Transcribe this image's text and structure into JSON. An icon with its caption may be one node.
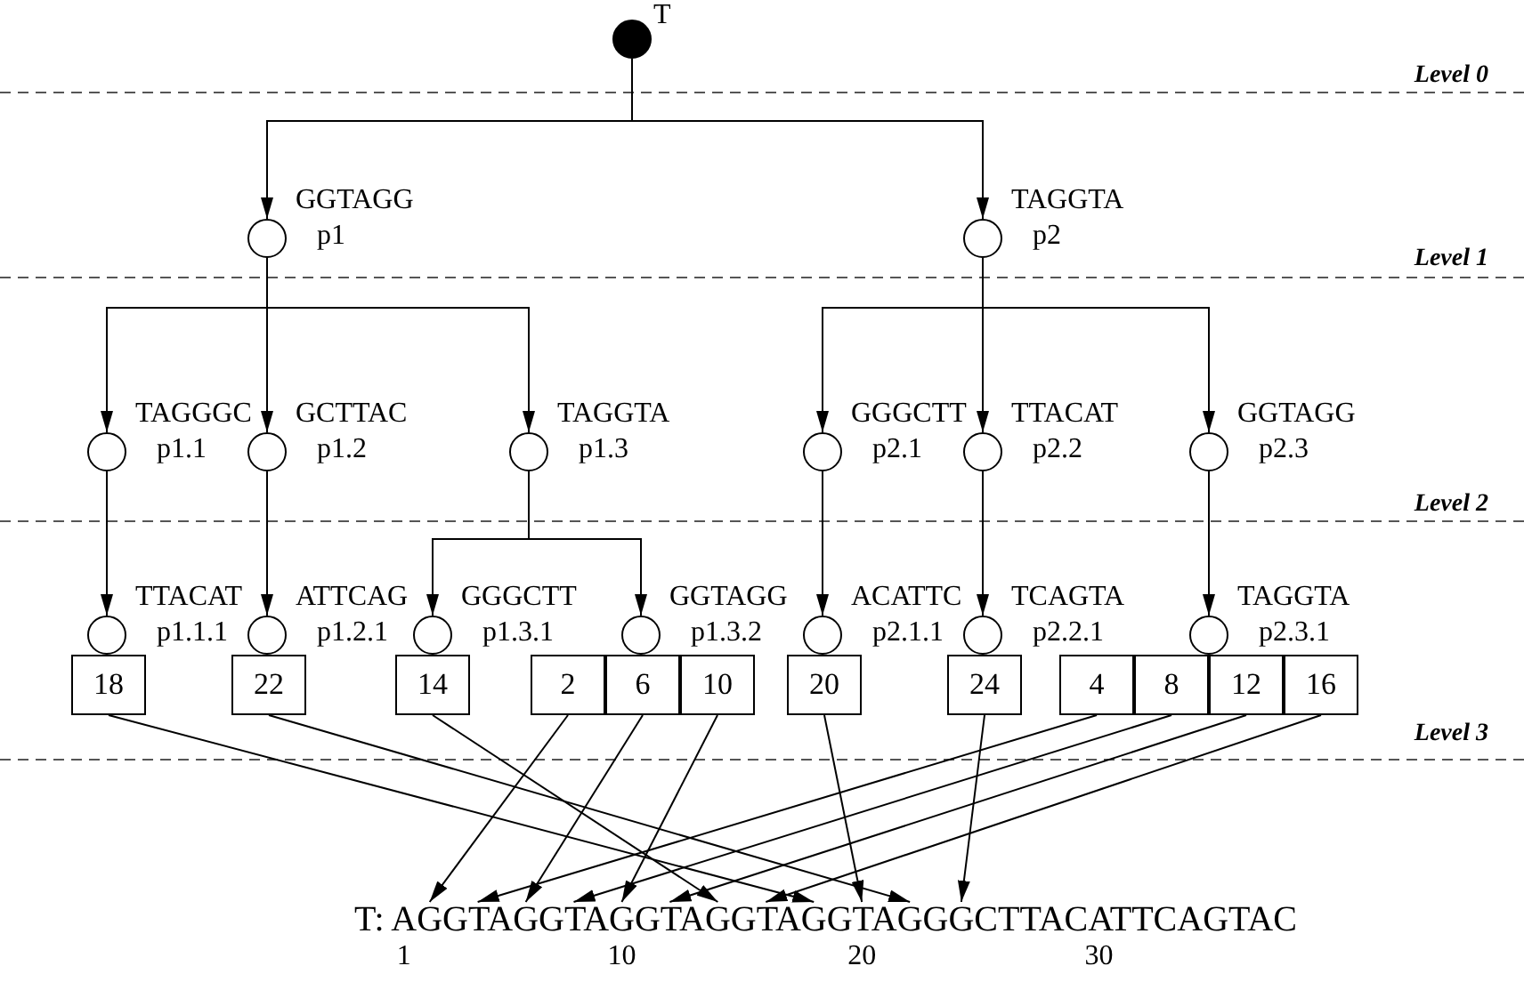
{
  "diagram": {
    "nodes": [
      {
        "text": [],
        "shape": "circle",
        "beside": [
          "T"
        ]
      },
      {
        "text": [],
        "shape": "circle",
        "beside": [
          "GGTAGG",
          "p1"
        ]
      },
      {
        "text": [],
        "shape": "circle",
        "beside": [
          "TAGGTA",
          "p2"
        ]
      },
      {
        "text": [],
        "shape": "circle",
        "beside": [
          "TAGGGC",
          "p1.1"
        ]
      },
      {
        "text": [],
        "shape": "circle",
        "beside": [
          "GCTTAC",
          "p1.2"
        ]
      },
      {
        "text": [],
        "shape": "circle",
        "beside": [
          "TAGGTA",
          "p1.3"
        ]
      },
      {
        "text": [],
        "shape": "circle",
        "beside": [
          "GGGCTT",
          "p2.1"
        ]
      },
      {
        "text": [],
        "shape": "circle",
        "beside": [
          "TTACAT",
          "p2.2"
        ]
      },
      {
        "text": [],
        "shape": "circle",
        "beside": [
          "GGTAGG",
          "p2.3"
        ]
      },
      {
        "text": [],
        "shape": "circle",
        "beside": [
          "TTACAT",
          "p1.1.1"
        ]
      },
      {
        "text": [],
        "shape": "circle",
        "beside": [
          "ATTCAG",
          "p1.2.1"
        ]
      },
      {
        "text": [],
        "shape": "circle",
        "beside": [
          "GGGCTT",
          "p1.3.1"
        ]
      },
      {
        "text": [],
        "shape": "circle",
        "beside": [
          "GGTAGG",
          "p1.3.2"
        ]
      },
      {
        "text": [],
        "shape": "circle",
        "beside": [
          "ACATTC",
          "p2.1.1"
        ]
      },
      {
        "text": [],
        "shape": "circle",
        "beside": [
          "TCAGTA",
          "p2.2.1"
        ]
      },
      {
        "text": [],
        "shape": "circle",
        "beside": [
          "TAGGTA",
          "p2.3.1"
        ]
      },
      {
        "text": [
          "18"
        ]
      },
      {
        "text": [
          "22"
        ]
      },
      {
        "text": [
          "14"
        ]
      },
      {
        "text": [
          "2"
        ]
      },
      {
        "text": [
          "6"
        ]
      },
      {
        "text": [
          "10"
        ]
      },
      {
        "text": [
          "20"
        ]
      },
      {
        "text": [
          "24"
        ]
      },
      {
        "text": [
          "4"
        ]
      },
      {
        "text": [
          "8"
        ]
      },
      {
        "text": [
          "12"
        ]
      },
      {
        "text": [
          "16"
        ]
      },
      {
        "text": [
          "T: AGGTAGGTAGGTAGGTAGGTAGGGCTTACATTCAGTAC"
        ]
      }
    ],
    "edges": [
      {
        "from": 0,
        "to": 1,
        "arrow": "to"
      },
      {
        "from": 0,
        "to": 2,
        "arrow": "to"
      },
      {
        "from": 1,
        "to": 3,
        "arrow": "to"
      },
      {
        "from": 1,
        "to": 4,
        "arrow": "to"
      },
      {
        "from": 1,
        "to": 5,
        "arrow": "to"
      },
      {
        "from": 2,
        "to": 6,
        "arrow": "to"
      },
      {
        "from": 2,
        "to": 7,
        "arrow": "to"
      },
      {
        "from": 2,
        "to": 8,
        "arrow": "to"
      },
      {
        "from": 3,
        "to": 9,
        "arrow": "to"
      },
      {
        "from": 4,
        "to": 10,
        "arrow": "to"
      },
      {
        "from": 5,
        "to": 11,
        "arrow": "to"
      },
      {
        "from": 5,
        "to": 12,
        "arrow": "to"
      },
      {
        "from": 6,
        "to": 13,
        "arrow": "to"
      },
      {
        "from": 7,
        "to": 14,
        "arrow": "to"
      },
      {
        "from": 8,
        "to": 15,
        "arrow": "to"
      },
      {
        "from": 16,
        "to": 28,
        "arrow": "to"
      },
      {
        "from": 17,
        "to": 28,
        "arrow": "to"
      },
      {
        "from": 18,
        "to": 28,
        "arrow": "to"
      },
      {
        "from": 19,
        "to": 28,
        "arrow": "to"
      },
      {
        "from": 20,
        "to": 28,
        "arrow": "to"
      },
      {
        "from": 21,
        "to": 28,
        "arrow": "to"
      },
      {
        "from": 22,
        "to": 28,
        "arrow": "to"
      },
      {
        "from": 23,
        "to": 28,
        "arrow": "to"
      },
      {
        "from": 24,
        "to": 28,
        "arrow": "to"
      },
      {
        "from": 25,
        "to": 28,
        "arrow": "to"
      },
      {
        "from": 26,
        "to": 28,
        "arrow": "to"
      },
      {
        "from": 27,
        "to": 28,
        "arrow": "to"
      }
    ],
    "labels": [
      "Level 0",
      "Level 1",
      "Level 2",
      "Level 3",
      "1",
      "10",
      "20",
      "30"
    ]
  }
}
